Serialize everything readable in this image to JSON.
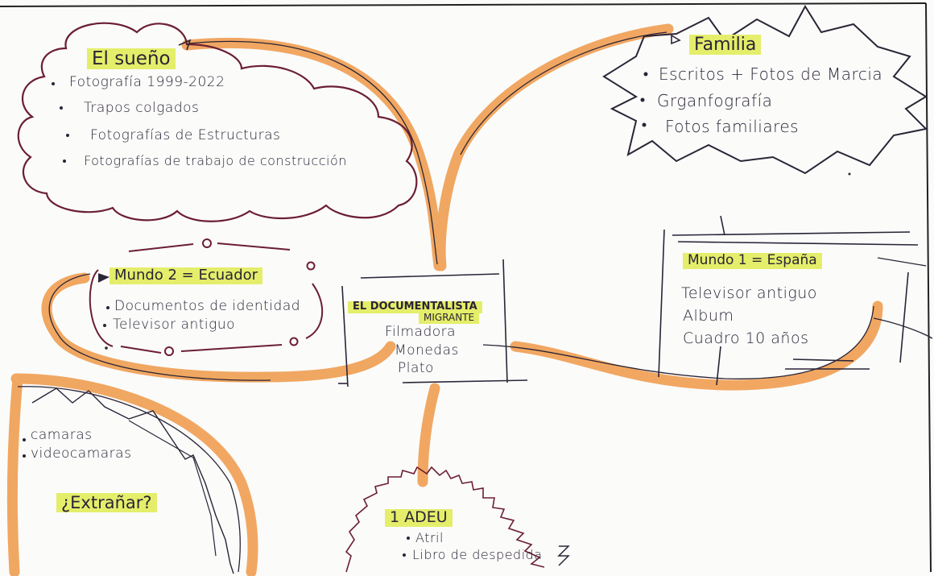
{
  "center": {
    "title_line1": "EL DOCUMENTALISTA",
    "title_line2": "MIGRANTE",
    "items": [
      "Filmadora",
      "Monedas",
      "Plato"
    ]
  },
  "el_sueno": {
    "title": "El sueño",
    "items": [
      "Fotografía 1999-2022",
      "Trapos colgados",
      "Fotografías de Estructuras",
      "Fotografías de trabajo de construcción"
    ]
  },
  "familia": {
    "title": "Familia",
    "items": [
      "Escritos + Fotos de Marcia",
      "Grganfografía",
      "Fotos familiares"
    ]
  },
  "mundo1": {
    "title": "Mundo 1 = España",
    "items": [
      "Televisor antiguo",
      "Album",
      "Cuadro 10 años"
    ]
  },
  "mundo2": {
    "title": "Mundo 2 = Ecuador",
    "items": [
      "Documentos de identidad",
      "Televisor antiguo"
    ]
  },
  "extranar": {
    "items": [
      "camaras",
      "videocamaras"
    ],
    "title": "¿Extrañar?"
  },
  "adeu": {
    "title": "1 ADEU",
    "items": [
      "Atril",
      "Libro de despedida"
    ]
  },
  "colors": {
    "highlighter": "#e4ee6a",
    "branch_orange": "#f0a055",
    "ink": "#2b2436",
    "cloud_ink": "#6b1f33"
  }
}
